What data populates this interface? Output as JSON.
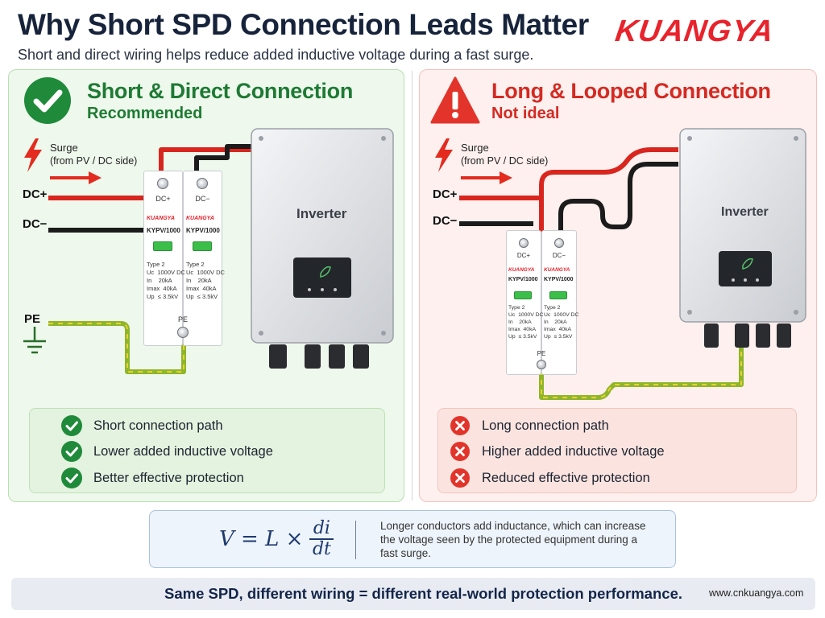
{
  "header": {
    "title": "Why Short SPD Connection Leads Matter",
    "subtitle": "Short and direct wiring helps reduce added inductive voltage during a fast surge.",
    "logo": "KUANGYA"
  },
  "left_panel": {
    "heading": "Short & Direct Connection",
    "subheading": "Recommended",
    "surge_label": "Surge",
    "surge_source": "(from PV / DC side)",
    "dc_plus": "DC+",
    "dc_minus": "DC−",
    "pe_label": "PE",
    "spd": {
      "term_plus": "DC+",
      "term_minus": "DC−",
      "term_pe": "PE",
      "brand": "KUANGYA",
      "model": "KYPV/1000",
      "spec": "Type 2\nUc  1000V DC\nIn    20kA\nImax  40kA\nUp  ≤ 3.5kV"
    },
    "inverter": "Inverter",
    "points": [
      "Short connection path",
      "Lower added inductive voltage",
      "Better effective protection"
    ]
  },
  "right_panel": {
    "heading": "Long & Looped Connection",
    "subheading": "Not ideal",
    "surge_label": "Surge",
    "surge_source": "(from PV / DC side)",
    "dc_plus": "DC+",
    "dc_minus": "DC−",
    "spd": {
      "term_plus": "DC+",
      "term_minus": "DC−",
      "term_pe": "PE",
      "brand": "KUANGYA",
      "model": "KYPV/1000",
      "spec": "Type 2\nUc  1000V DC\nIn    20kA\nImax  40kA\nUp  ≤ 3.5kV"
    },
    "inverter": "Inverter",
    "points": [
      "Long connection path",
      "Higher added inductive voltage",
      "Reduced effective protection"
    ]
  },
  "formula": {
    "lhs": "V = L ×",
    "numerator": "di",
    "denominator": "dt",
    "note": "Longer conductors add inductance, which can increase the voltage seen by the protected equipment during a fast surge."
  },
  "footer": {
    "text": "Same SPD, different wiring = different real-world protection performance.",
    "url": "www.cnkuangya.com"
  },
  "colors": {
    "good": "#1e7a34",
    "bad": "#d42a22",
    "wire_red": "#d8261f",
    "wire_black": "#1b1b1b",
    "wire_pe": "#a6c935",
    "brand_red": "#e8232c"
  },
  "icons": {
    "good_badge": "check-circle-icon",
    "bad_badge": "warning-triangle-icon",
    "surge": "lightning-bolt-icon",
    "ground": "ground-symbol-icon",
    "good_item": "check-circle-icon",
    "bad_item": "x-circle-icon",
    "inverter_display": "leaf-icon"
  }
}
